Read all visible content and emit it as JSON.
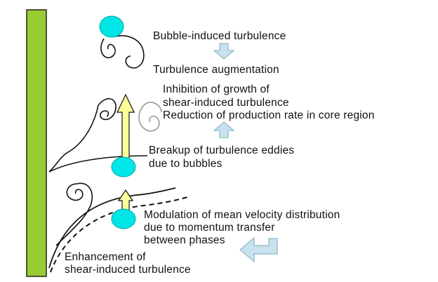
{
  "labels": {
    "bubble_induced": "Bubble-induced turbulence",
    "augmentation": "Turbulence augmentation",
    "inhibition_1": "Inhibition of growth of",
    "inhibition_2": "shear-induced turbulence",
    "reduction": "Reduction of production rate in core region",
    "breakup_1": "Breakup of turbulence eddies",
    "breakup_2": "due to bubbles",
    "modulation_1": "Modulation of mean velocity distribution",
    "modulation_2": "due to  momentum transfer",
    "modulation_3": "between phases",
    "enhancement_1": "Enhancement of",
    "enhancement_2": "shear-induced turbulence"
  },
  "colors": {
    "wall": "#99cc33",
    "bubble": "#00e5e5",
    "flow_arrow": "#ffff99",
    "block_arrow": "#c7e3ee",
    "block_arrow_border": "#8fb6c8",
    "line": "#111111",
    "light_eddy": "#999999"
  },
  "icons": [
    "wall",
    "bubble",
    "eddy-swirl",
    "rising-arrow",
    "block-arrow"
  ]
}
